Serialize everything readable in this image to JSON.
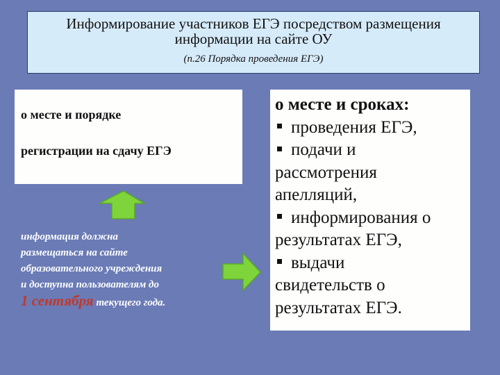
{
  "header": {
    "title_line1": "Информирование участников ЕГЭ посредством размещения",
    "title_line2": "информации на сайте ОУ",
    "subtitle": "(п.26 Порядка проведения ЕГЭ)"
  },
  "left_box": {
    "line1": "о месте и порядке",
    "line2": "регистрации на сдачу ЕГЭ"
  },
  "note": {
    "lines": [
      "информация должна",
      "размещаться на сайте",
      "образовательного учреждения",
      "и доступна пользователям до"
    ],
    "date": "1 сентября",
    "tail": " текущего года."
  },
  "right_box": {
    "title": "о месте и сроках:",
    "items": [
      "проведения ЕГЭ,",
      "подачи и рассмотрения апелляций,",
      "информирования о результатах ЕГЭ,",
      "выдачи свидетельств о результатах ЕГЭ."
    ],
    "lines": {
      "l1": "проведения ЕГЭ,",
      "l2": "подачи и",
      "l3": "рассмотрения",
      "l4": "апелляций,",
      "l5": "информирования о",
      "l6": "результатах ЕГЭ,",
      "l7": "выдачи",
      "l8": "свидетельств о",
      "l9": "результатах ЕГЭ."
    }
  },
  "icons": {
    "up_arrow": "arrow-up-icon",
    "right_arrow": "arrow-right-icon",
    "bullet": "square-bullet-icon"
  },
  "colors": {
    "background": "#6a7bb6",
    "header_bg": "#d6ebfa",
    "box_bg": "#fefefc",
    "arrow_green": "#7ed43a",
    "date_red": "#c0392b"
  }
}
